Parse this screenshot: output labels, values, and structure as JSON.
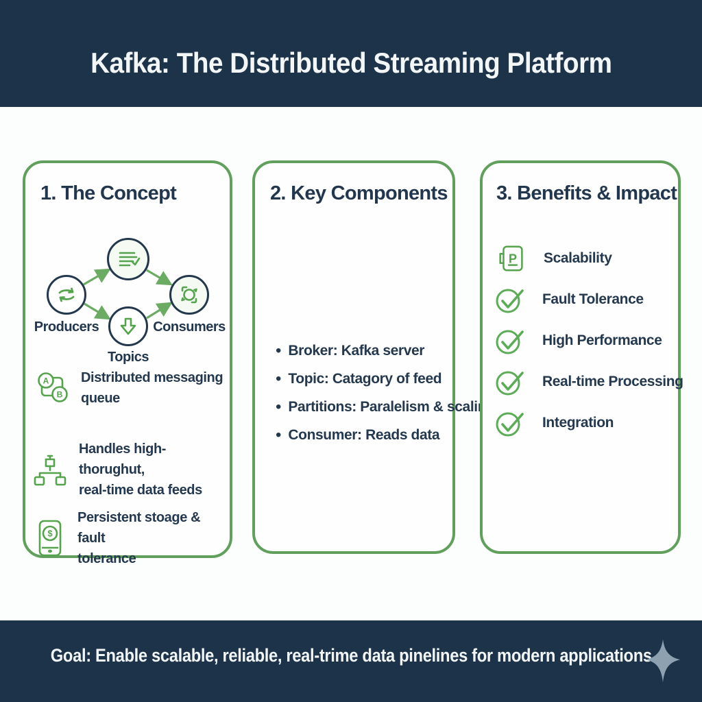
{
  "header": {
    "title": "Kafka: The Distributed Streaming Platform"
  },
  "cards": [
    {
      "title": "1. The Concept",
      "diagram": {
        "producers_label": "Producers",
        "topics_label": "Topics",
        "consumers_label": "Consumers"
      },
      "items": [
        {
          "icon": "ab-network-icon",
          "text": "Distributed messaging\nqueue"
        },
        {
          "icon": "hierarchy-icon",
          "text": "Handles high-thorughut,\nreal-time data feeds"
        },
        {
          "icon": "storage-icon",
          "text": "Persistent stoage & fault\ntolerance"
        }
      ],
      "icon_letters": {
        "a": "A",
        "b": "B",
        "dollar": "$"
      }
    },
    {
      "title": "2. Key Components",
      "bullets": [
        "Broker: Kafka server",
        "Topic: Catagory of feed",
        "Partitions: Paralelism & scaling",
        "Consumer: Reads data"
      ]
    },
    {
      "title": "3. Benefits & Impact",
      "items": [
        {
          "icon": "scalability-document-icon",
          "text": "Scalability"
        },
        {
          "icon": "check-circle-icon",
          "text": "Fault Tolerance"
        },
        {
          "icon": "check-circle-icon",
          "text": "High Performance"
        },
        {
          "icon": "check-circle-icon",
          "text": "Real-time Processing"
        },
        {
          "icon": "check-circle-icon",
          "text": "Integration"
        }
      ],
      "icon_letters": {
        "p": "P"
      }
    }
  ],
  "footer": {
    "goal": "Goal: Enable scalable, reliable, real-trime data pinelines for modern applications"
  },
  "colors": {
    "navy_band": "#1d3349",
    "text_navy": "#24384e",
    "card_border_green": "#61a05c",
    "icon_green": "#55a34d",
    "arrow_green": "#6cab63",
    "sparkle_gray": "#8da1b0",
    "background": "#fcfdfd"
  }
}
